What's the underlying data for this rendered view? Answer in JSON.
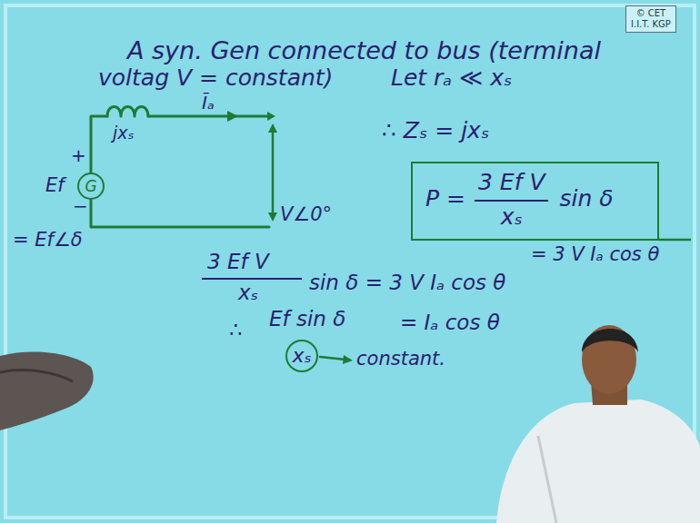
{
  "diagram": {
    "nodes": [
      {
        "text": [
          "© CET",
          "I.I.T. KGP"
        ]
      },
      {
        "text": [
          "G"
        ]
      },
      {
        "text": [
          "P =",
          "3 Ef V",
          "xₛ",
          "sin δ"
        ]
      },
      {
        "text": [
          "xₛ"
        ]
      }
    ],
    "labels": [
      "A syn. Gen connected to bus (terminal",
      "voltag V = constant)",
      "Let rₐ ≪ xₛ",
      "∴ Zₛ = jxₛ",
      "jxₛ",
      "Īₐ",
      "+",
      "Ef",
      "−",
      "= Ef∠δ",
      "V∠0°",
      "= 3 V Iₐ cos θ",
      "3 Ef V",
      "xₛ",
      "sin δ = 3 V Iₐ cos θ",
      "∴",
      "Ef sin δ",
      "= Iₐ cos θ",
      "constant."
    ]
  }
}
